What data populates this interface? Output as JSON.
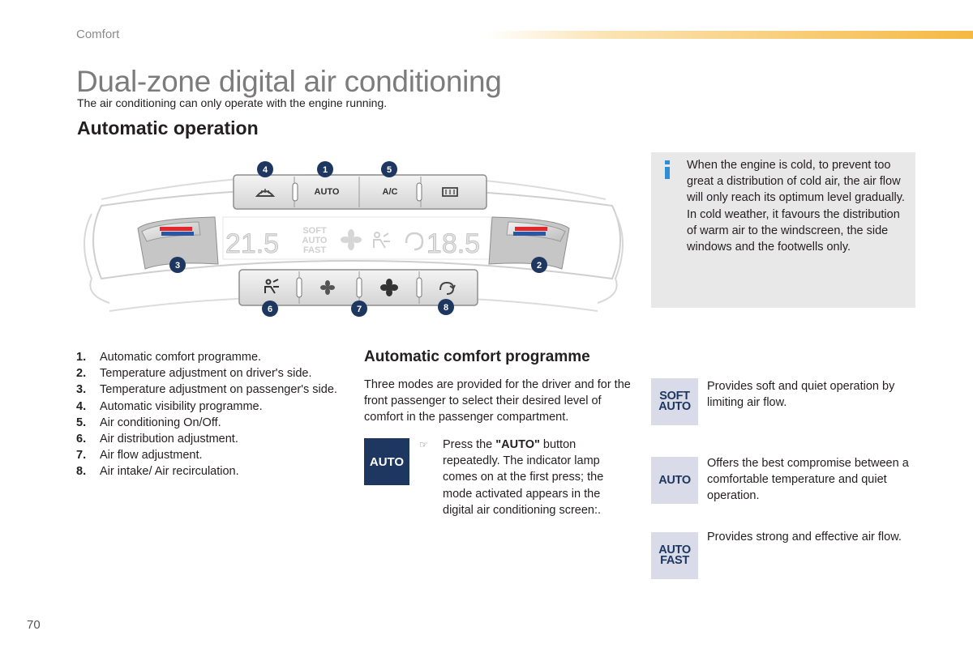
{
  "header": {
    "section": "Comfort",
    "title": "Dual-zone digital air conditioning",
    "intro": "The air conditioning can only operate with the engine running."
  },
  "heading_automatic": "Automatic operation",
  "panel": {
    "callouts": [
      "1",
      "2",
      "3",
      "4",
      "5",
      "6",
      "7",
      "8"
    ],
    "buttons": {
      "auto": "AUTO",
      "ac": "A/C"
    },
    "display": {
      "temp_left": "21.5",
      "temp_right": "18.5",
      "soft": "SOFT",
      "auto": "AUTO",
      "fast": "FAST"
    },
    "icons": [
      "rear-demist-icon",
      "front-demist-icon",
      "fan-icon",
      "air-distribution-icon",
      "recirculation-icon"
    ]
  },
  "info_box": {
    "paragraph1": "When the engine is cold, to prevent too great a distribution of cold air, the air flow will only reach its optimum level gradually.",
    "paragraph2": "In cold weather, it favours the distribution of warm air to the windscreen, the side windows and the footwells only."
  },
  "list": [
    {
      "n": "1.",
      "text": "Automatic comfort programme."
    },
    {
      "n": "2.",
      "text": "Temperature adjustment on driver's side."
    },
    {
      "n": "3.",
      "text": "Temperature adjustment on passenger's side."
    },
    {
      "n": "4.",
      "text": "Automatic visibility programme."
    },
    {
      "n": "5.",
      "text": "Air conditioning On/Off."
    },
    {
      "n": "6.",
      "text": "Air distribution adjustment."
    },
    {
      "n": "7.",
      "text": "Air flow adjustment."
    },
    {
      "n": "8.",
      "text": "Air intake/ Air recirculation."
    }
  ],
  "comfort": {
    "heading": "Automatic comfort programme",
    "description": "Three modes are provided for the driver and for the front passenger to select their desired level of comfort in the passenger compartment.",
    "auto_button": "AUTO",
    "press_arrow": "☞",
    "press_prefix": "Press the ",
    "press_bold": "\"AUTO\"",
    "press_suffix": " button repeatedly. The indicator lamp comes on at the first press; the mode activated appears in the digital air conditioning screen:."
  },
  "modes": [
    {
      "line1": "SOFT",
      "line2": "AUTO",
      "desc": "Provides soft and quiet operation by limiting air flow."
    },
    {
      "line1": "AUTO",
      "line2": "",
      "desc": "Offers the best compromise between a comfortable temperature and quiet operation."
    },
    {
      "line1": "AUTO",
      "line2": "FAST",
      "desc": "Provides strong and effective air flow."
    }
  ],
  "page_number": "70",
  "colors": {
    "accent_orange": "#f5b942",
    "info_blue": "#2f8fd6",
    "navy": "#1e3760",
    "mode_bg": "#d9dbe8"
  }
}
